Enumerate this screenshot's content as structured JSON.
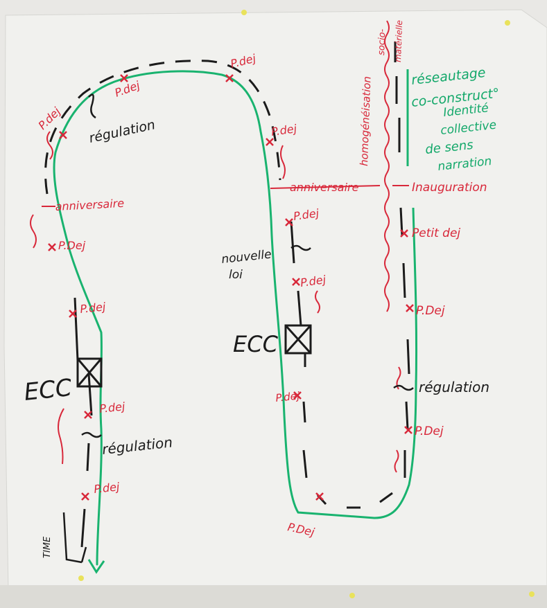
{
  "colors": {
    "paper": "#eeeeeb",
    "green_path": "#19b36f",
    "red_ink": "#d8283a",
    "black_ink": "#1b1b1b",
    "pin": "#e9e25b"
  },
  "left_loop": {
    "pdej_1": "P.dej",
    "pdej_2": "P.dej",
    "pdej_3": "P.dej",
    "regulation_top": "régulation",
    "anniversaire": "anniversaire",
    "pdej_4": "P.Dej",
    "pdej_5": "P.dej",
    "ecc": "ECC",
    "pdej_6": "P.dej",
    "regulation_bottom": "régulation",
    "pdej_7": "P.dej",
    "time": "TIME"
  },
  "middle_branch": {
    "pdej_1": "P.dej",
    "anniversaire": "anniversaire",
    "pdej_2": "P.dej",
    "nouvelle_loi": [
      "nouvelle",
      "loi"
    ],
    "pdej_3": "P.dej",
    "ecc": "ECC",
    "pdej_4": "P.dej",
    "pdej_bottom": "P.Dej"
  },
  "right_branch": {
    "vertical_homogeneisation": "homogénéisation",
    "vertical_socio": "socio-",
    "vertical_materielle": "matérielle",
    "green_labels": [
      "réseautage",
      "co-construct°",
      "Identité",
      "collective",
      "de sens",
      "narration"
    ],
    "inauguration": "Inauguration",
    "petit_dej": "Petit dej",
    "pdej_1": "P.Dej",
    "regulation": "régulation",
    "pdej_2": "P.Dej"
  }
}
